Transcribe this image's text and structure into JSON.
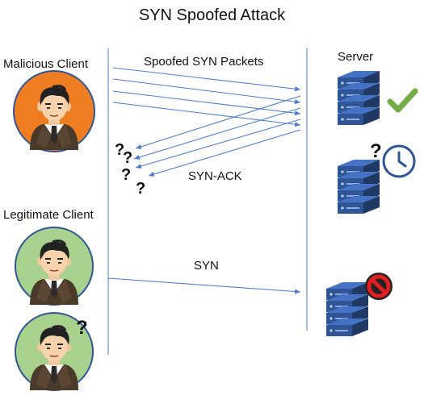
{
  "title": "SYN Spoofed Attack",
  "labels": {
    "malicious_client": "Malicious Client",
    "legitimate_client": "Legitimate Client",
    "server": "Server",
    "spoofed_syn_packets": "Spoofed SYN Packets",
    "syn_ack": "SYN-ACK",
    "syn": "SYN"
  },
  "marks": {
    "question": "?"
  },
  "colors": {
    "arrow": "#4f7cc8",
    "timeline": "#6b8fcf",
    "malicious_fill": "#ef7d22",
    "legit_fill": "#a9d18e",
    "server_top": "#2f5597",
    "server_side": "#1f3864",
    "check": "#70ad47",
    "ban_red": "#e02020"
  },
  "icons": [
    "user-icon",
    "server-icon",
    "checkmark-icon",
    "clock-icon",
    "ban-icon",
    "question-mark-icon"
  ]
}
